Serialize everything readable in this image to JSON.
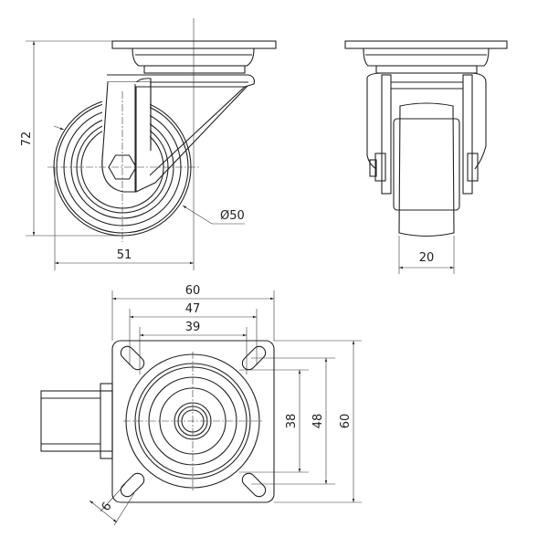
{
  "title": "Swivel castor technical drawing",
  "side_view": {
    "height_label": "72",
    "offset_label": "51",
    "diameter_label": "Ø50"
  },
  "front_view": {
    "width_label": "20"
  },
  "top_view": {
    "plate_width_label": "60",
    "hole_spacing_x_outer_label": "47",
    "hole_spacing_x_inner_label": "39",
    "hole_spacing_y_inner_label": "38",
    "hole_spacing_y_outer_label": "48",
    "plate_height_label": "60",
    "slot_width_label": "6"
  },
  "colors": {
    "line": "#222222",
    "background": "#ffffff"
  }
}
